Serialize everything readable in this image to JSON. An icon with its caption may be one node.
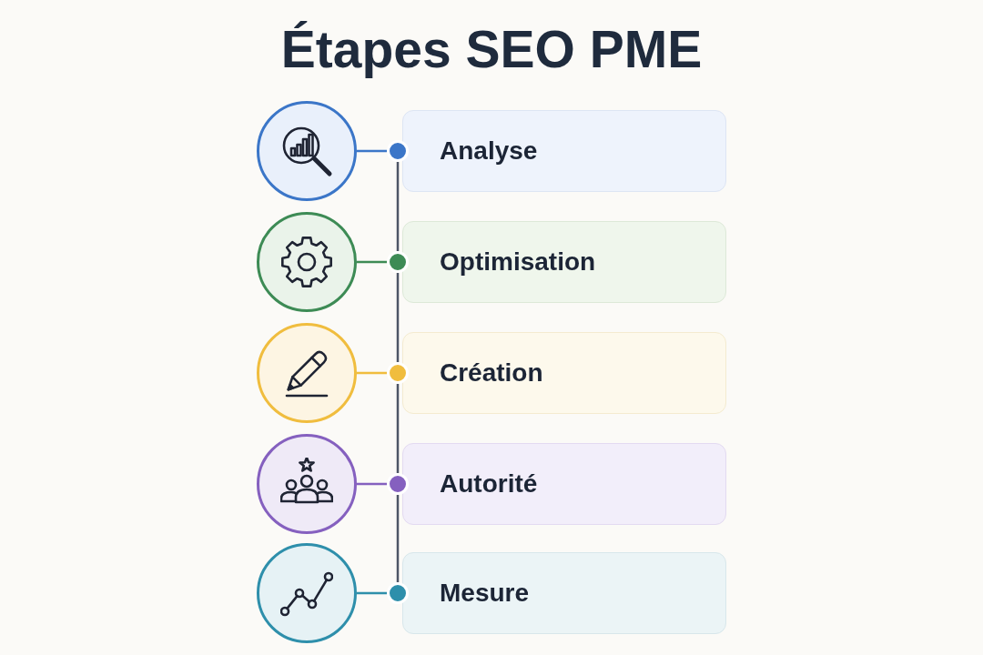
{
  "diagram": {
    "title": "Étapes SEO PME",
    "nodes": [
      {
        "text": [],
        "shape": "circle"
      },
      {
        "text": [],
        "shape": "circle"
      },
      {
        "text": [
          "Analyse"
        ]
      },
      {
        "text": [],
        "shape": "circle"
      },
      {
        "text": [],
        "shape": "circle"
      },
      {
        "text": [
          "Optimisation"
        ]
      },
      {
        "text": [],
        "shape": "circle"
      },
      {
        "text": [],
        "shape": "circle"
      },
      {
        "text": [
          "Création"
        ]
      },
      {
        "text": [],
        "shape": "circle"
      },
      {
        "text": [],
        "shape": "circle"
      },
      {
        "text": [
          "Autorité"
        ]
      },
      {
        "text": [],
        "shape": "circle"
      },
      {
        "text": [],
        "shape": "circle"
      },
      {
        "text": [
          "Mesure"
        ]
      }
    ],
    "edges": [
      {
        "from": 0,
        "to": 1,
        "arrow": "none",
        "color": "#3b76c8"
      },
      {
        "from": 3,
        "to": 4,
        "arrow": "none",
        "color": "#3d8b55"
      },
      {
        "from": 6,
        "to": 7,
        "arrow": "none",
        "color": "#f0bd3e"
      },
      {
        "from": 9,
        "to": 10,
        "arrow": "none",
        "color": "#8560bf"
      },
      {
        "from": 12,
        "to": 13,
        "arrow": "none",
        "color": "#2e8fab"
      },
      {
        "from": 1,
        "to": 4,
        "arrow": "none"
      },
      {
        "from": 4,
        "to": 7,
        "arrow": "none"
      },
      {
        "from": 7,
        "to": 10,
        "arrow": "none"
      },
      {
        "from": 10,
        "to": 13,
        "arrow": "none"
      }
    ]
  }
}
